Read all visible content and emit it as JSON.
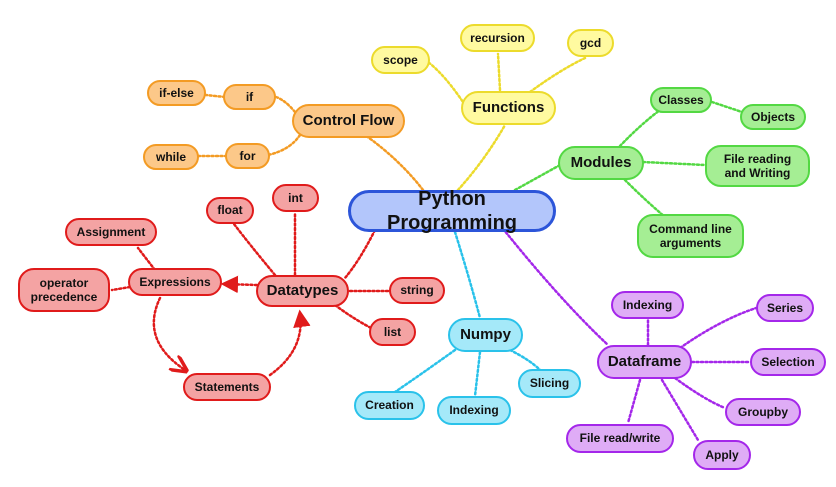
{
  "diagram": {
    "root": "Python Programming",
    "control_flow": {
      "label": "Control Flow",
      "if": "if",
      "if_else": "if-else",
      "for": "for",
      "while": "while"
    },
    "functions": {
      "label": "Functions",
      "scope": "scope",
      "recursion": "recursion",
      "gcd": "gcd"
    },
    "modules": {
      "label": "Modules",
      "classes": "Classes",
      "objects": "Objects",
      "file_reading": "File reading\nand Writing",
      "command_line": "Command line\narguments"
    },
    "datatypes": {
      "label": "Datatypes",
      "float": "float",
      "int": "int",
      "string": "string",
      "list": "list",
      "expressions": "Expressions",
      "assignment": "Assignment",
      "operator_precedence": "operator\nprecedence",
      "statements": "Statements"
    },
    "numpy": {
      "label": "Numpy",
      "creation": "Creation",
      "indexing": "Indexing",
      "slicing": "Slicing"
    },
    "dataframe": {
      "label": "Dataframe",
      "indexing": "Indexing",
      "series": "Series",
      "selection": "Selection",
      "groupby": "Groupby",
      "apply": "Apply",
      "file_read_write": "File read/write"
    },
    "colors": {
      "orange": "#f39b24",
      "yellow": "#ecdb2c",
      "green": "#53d843",
      "blue": "#2c55d9",
      "red": "#e01b1b",
      "cyan": "#2ac2ea",
      "purple": "#a427ea"
    }
  }
}
